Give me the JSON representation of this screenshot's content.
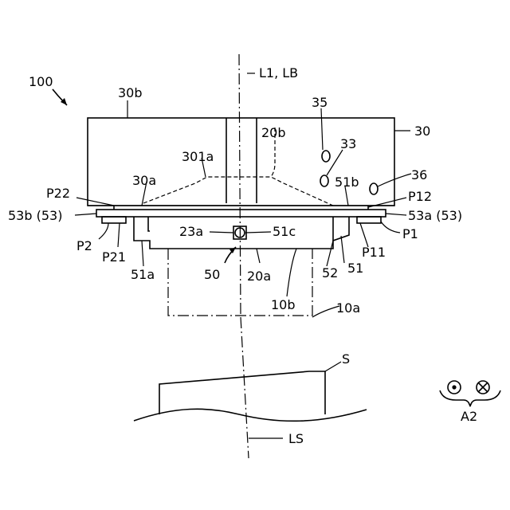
{
  "figure": {
    "ref_device": "100",
    "labels": {
      "L1_LB": "L1, LB",
      "30b": "30b",
      "35": "35",
      "33": "33",
      "36": "36",
      "30": "30",
      "20b": "20b",
      "301a": "301a",
      "30a": "30a",
      "51b": "51b",
      "P22": "P22",
      "P12": "P12",
      "53b": "53b (53)",
      "53a": "53a (53)",
      "23a": "23a",
      "51c": "51c",
      "P2": "P2",
      "P1": "P1",
      "P21": "P21",
      "P11": "P11",
      "51a": "51a",
      "50": "50",
      "20a": "20a",
      "52": "52",
      "51": "51",
      "10b": "10b",
      "10a": "10a",
      "S": "S",
      "LS": "LS",
      "A2": "A2"
    }
  }
}
